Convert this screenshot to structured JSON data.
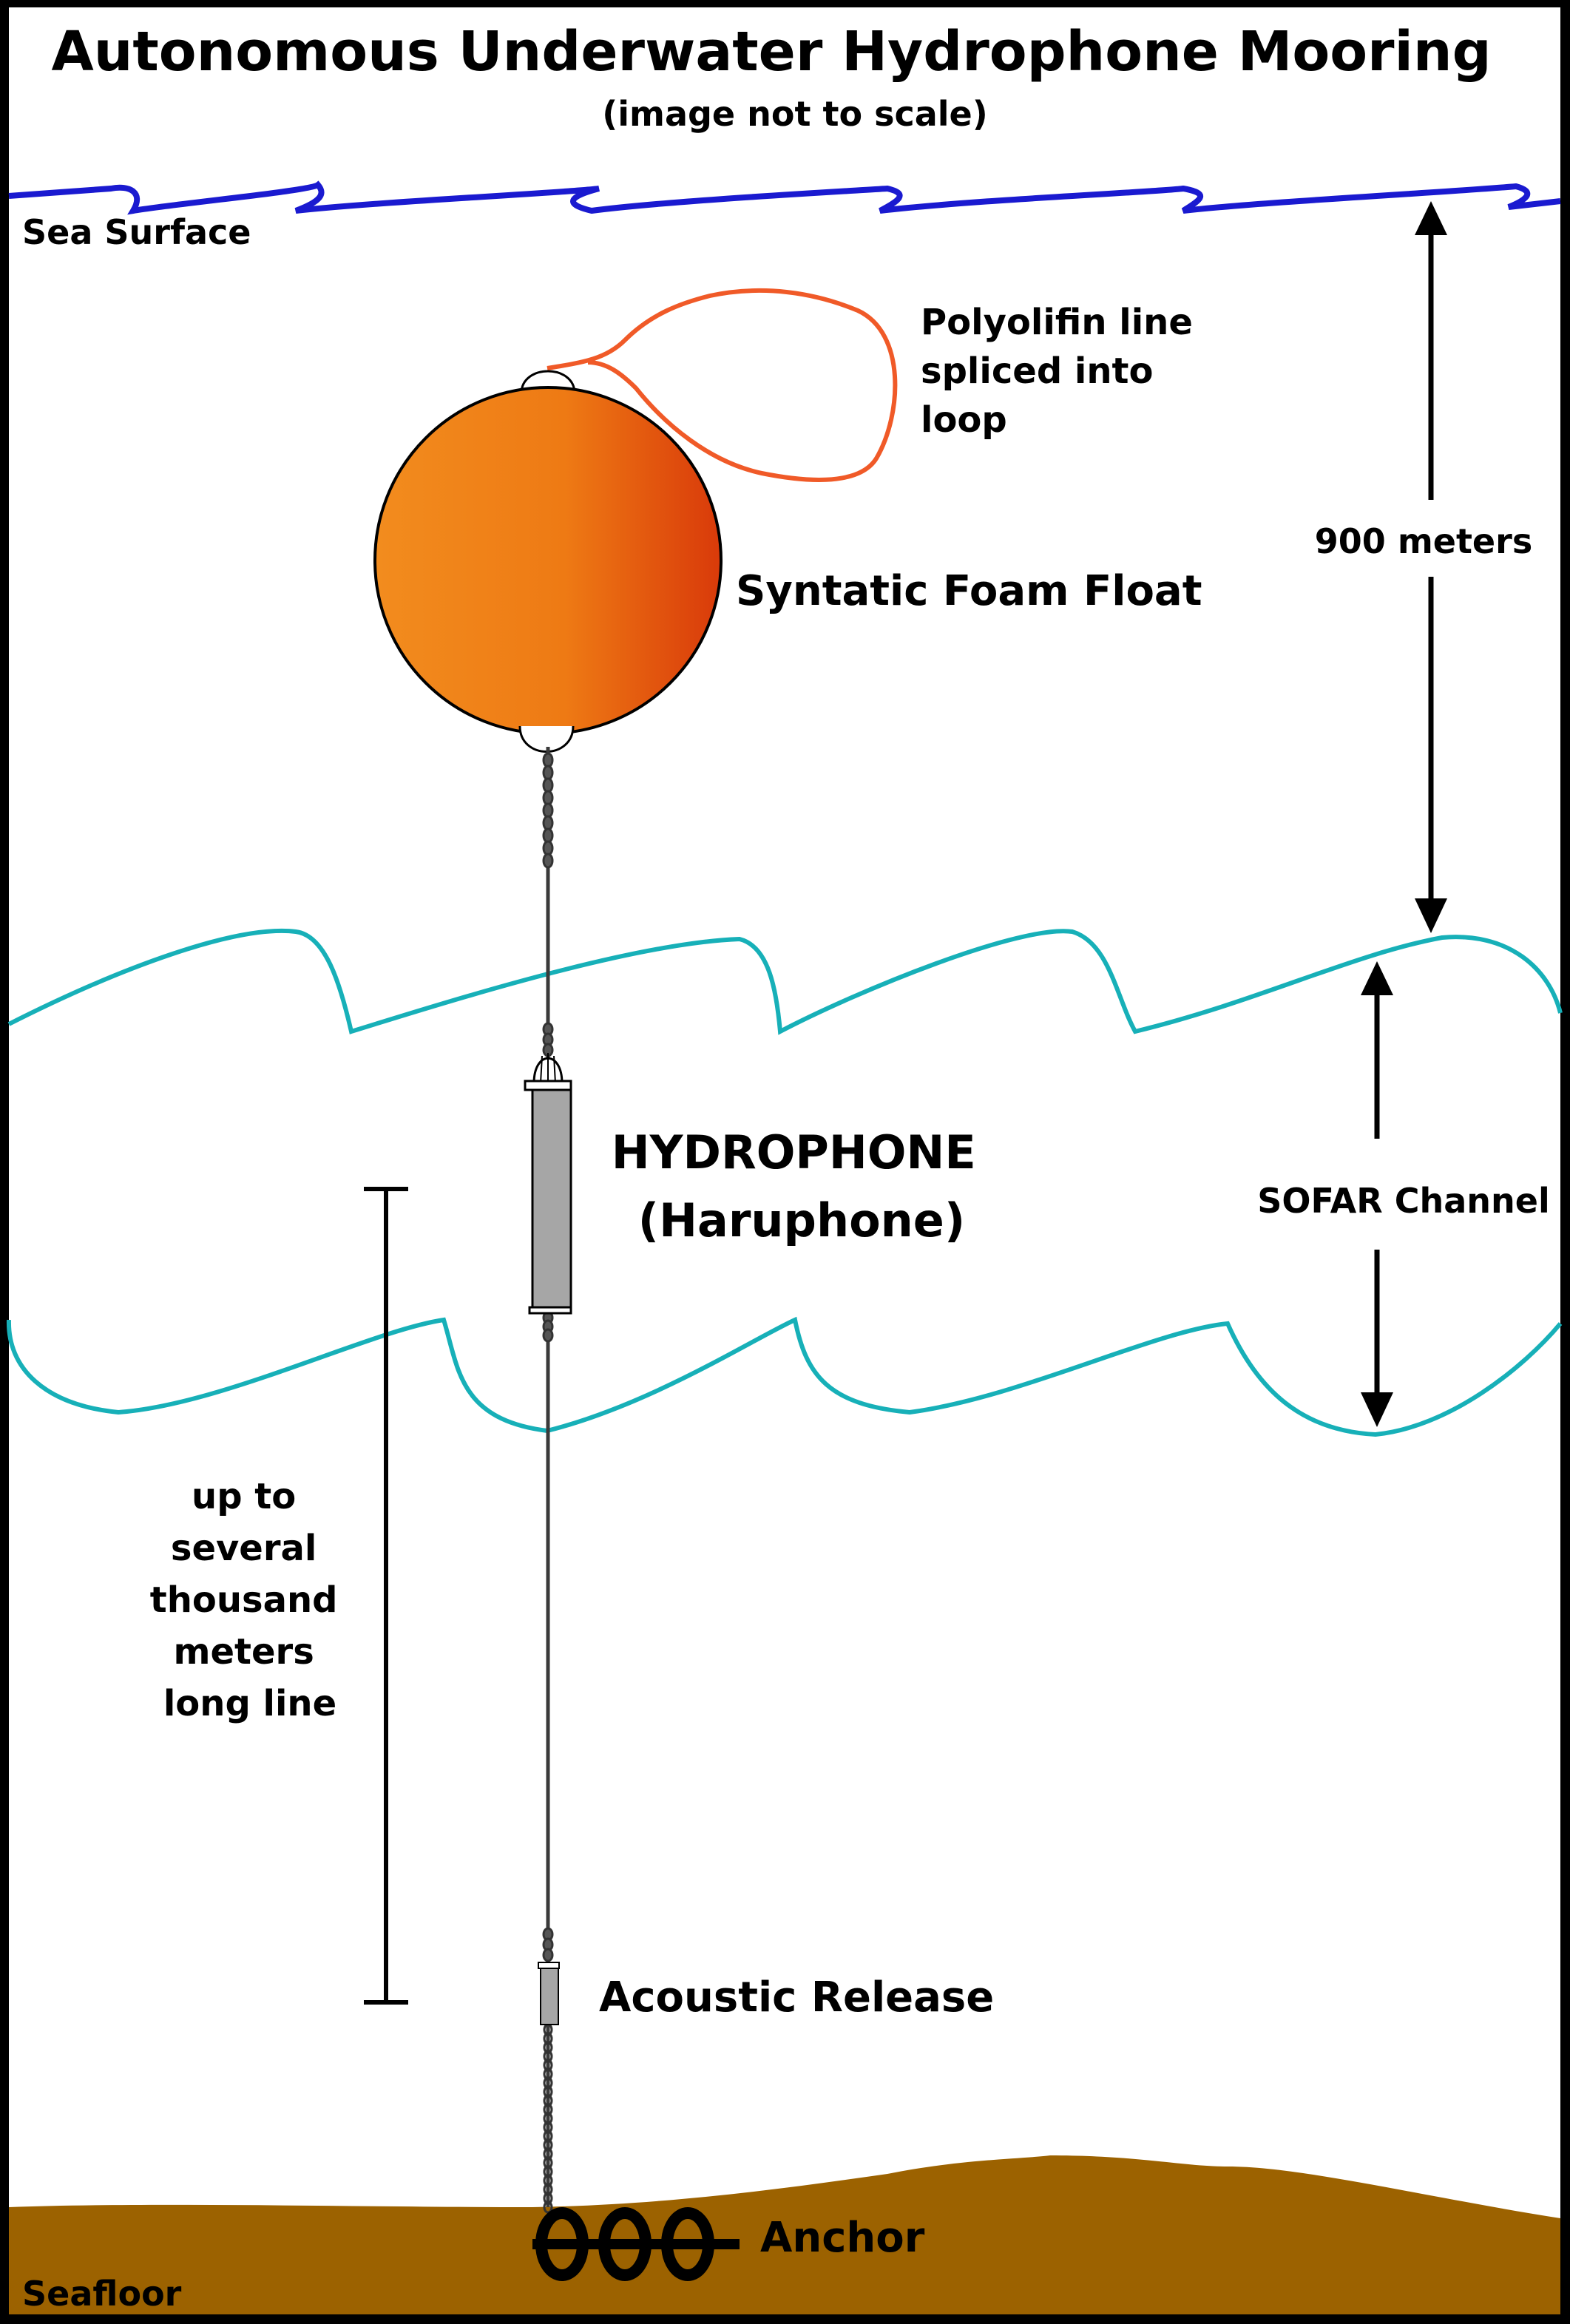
{
  "title": "Autonomous Underwater Hydrophone Mooring",
  "subtitle": "(image not to scale)",
  "labels": {
    "sea_surface": "Sea Surface",
    "seafloor": "Seafloor",
    "float_line": [
      "Polyolifin line",
      "spliced into",
      "loop"
    ],
    "float": "Syntatic Foam Float",
    "depth": "900 meters",
    "hydrophone": [
      "HYDROPHONE",
      "(Haruphone)"
    ],
    "sofar": "SOFAR Channel",
    "line_length": [
      "up to",
      "several",
      "thousand",
      "meters",
      "long line"
    ],
    "release": "Acoustic Release",
    "anchor": "Anchor"
  },
  "colors": {
    "sea_surface": "#1a1ad0",
    "sofar": "#17b0b8",
    "loop_line": "#f05a28",
    "float_light": "#f28c1e",
    "float_dark": "#d93a0a",
    "seafloor": "#9c6200",
    "instrument": "#a6a6a6",
    "frame": "#000000",
    "background": "#ffffff"
  }
}
